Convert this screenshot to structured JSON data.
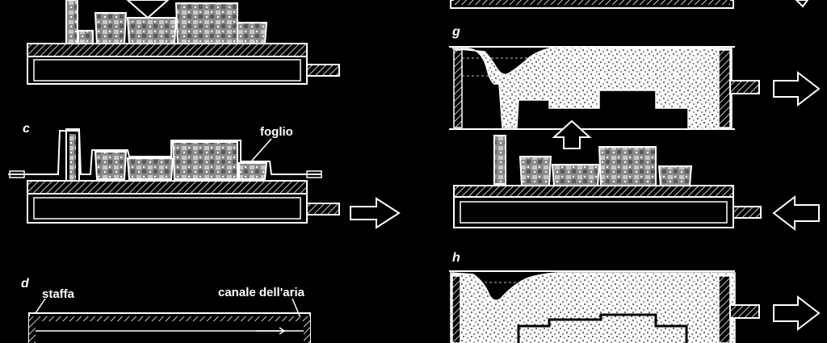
{
  "panels": {
    "c": {
      "letter": "c"
    },
    "d": {
      "letter": "d"
    },
    "g": {
      "letter": "g"
    },
    "h": {
      "letter": "h"
    }
  },
  "labels": {
    "foglio": "foglio",
    "staffa": "staffa",
    "canale_aria": "canale dell'aria"
  },
  "colors": {
    "background": "#000000",
    "ink": "#ffffff",
    "pattern_fill": "#9a9a9a",
    "sand_fill": "#ffffff"
  },
  "icons": [
    "arrow-right-icon",
    "arrow-left-icon",
    "arrow-up-icon",
    "arrow-down-icon"
  ]
}
